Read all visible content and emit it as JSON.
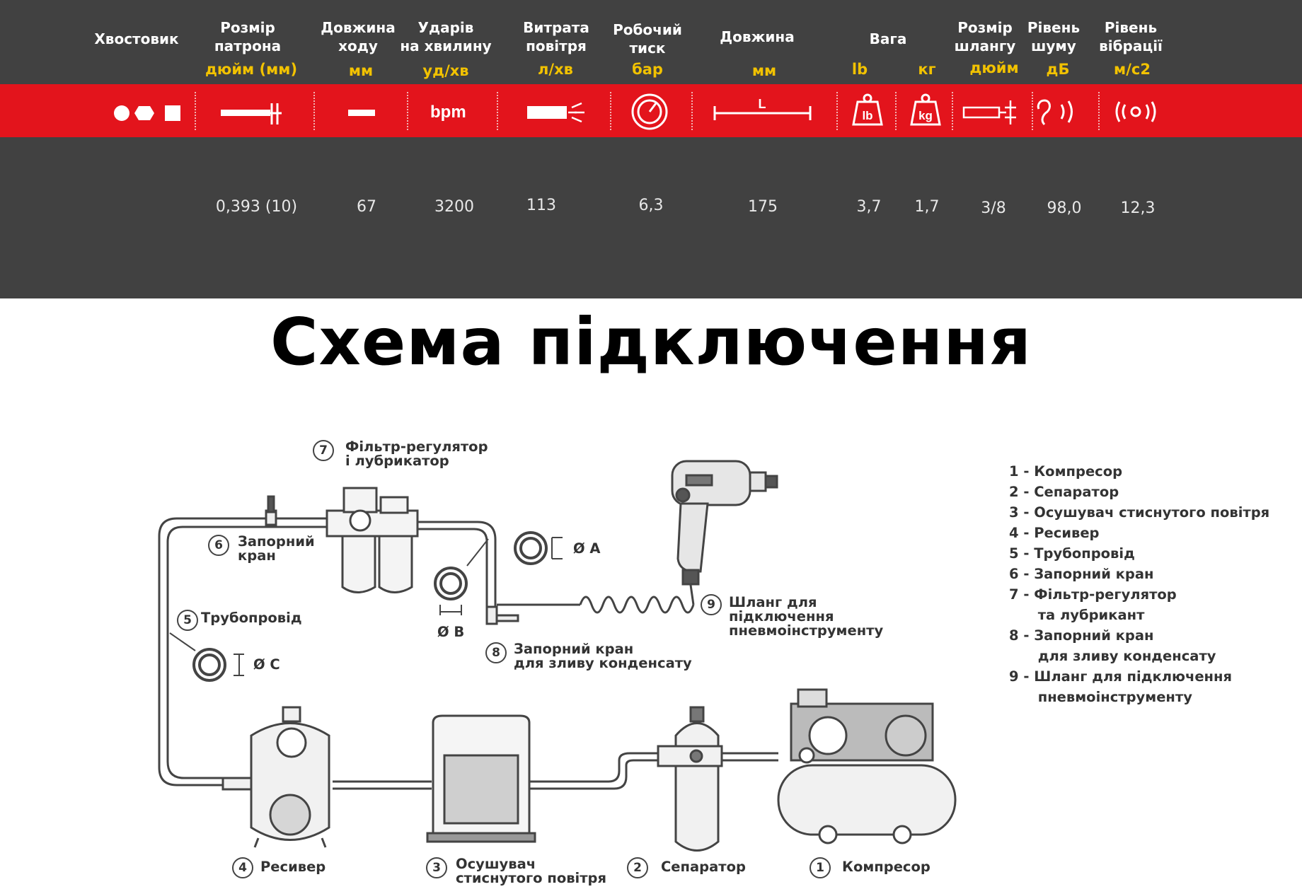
{
  "spec_table": {
    "headers": [
      {
        "label": "Хвостовик",
        "unit": ""
      },
      {
        "label": "Розмір\nпатрона",
        "unit": "дюйм (мм)"
      },
      {
        "label": "Довжина\nходу",
        "unit": "мм"
      },
      {
        "label": "Ударів\nна хвилину",
        "unit": "уд/хв"
      },
      {
        "label": "Витрата\nповітря",
        "unit": "л/хв"
      },
      {
        "label": "Робочий\nтиск",
        "unit": "бар"
      },
      {
        "label": "Довжина",
        "unit": "мм"
      },
      {
        "label": "Вага",
        "unit": "lb"
      },
      {
        "label": "",
        "unit": "кг"
      },
      {
        "label": "Розмір\nшлангу",
        "unit": "дюйм"
      },
      {
        "label": "Рівень\nшуму",
        "unit": "дБ"
      },
      {
        "label": "Рівень\nвібрації",
        "unit": "м/с2"
      }
    ],
    "icon_texts": {
      "bpm": "bpm",
      "length": "L",
      "lb": "lb",
      "kg": "kg"
    },
    "values": [
      "0,393 (10)",
      "67",
      "3200",
      "113",
      "6,3",
      "175",
      "3,7",
      "1,7",
      "3/8",
      "98,0",
      "12,3"
    ],
    "band_color": "#e3141c",
    "background_color": "#414141",
    "unit_color": "#f2c200"
  },
  "diagram": {
    "title": "Схема підключення",
    "labels": {
      "n1": "1",
      "compressor": "Компресор",
      "n2": "2",
      "separator": "Сепаратор",
      "n3": "3",
      "dryer": "Осушувач\nстиснутого повітря",
      "n4": "4",
      "receiver": "Ресивер",
      "n5": "5",
      "pipeline": "Трубопровід",
      "n6": "6",
      "shutoff": "Запорний\nкран",
      "n7": "7",
      "filter": "Фільтр-регулятор\nі лубрикатор",
      "n8": "8",
      "drain": "Запорний кран\nдля зливу конденсату",
      "n9": "9",
      "hose": "Шланг для\nпідключення\nпневмоінструменту",
      "dia_a": "Ø A",
      "dia_b": "Ø B",
      "dia_c": "Ø C"
    },
    "legend": [
      "1 - Компресор",
      "2 - Сепаратор",
      "3 - Осушувач стиснутого повітря",
      "4 - Ресивер",
      "5 - Трубопровід",
      "6 - Запорний кран",
      "7 - Фільтр-регулятор",
      "      та лубрикант",
      "8 - Запорний кран",
      "      для зливу конденсату",
      "9 - Шланг для підключення",
      "      пневмоінструменту"
    ]
  }
}
